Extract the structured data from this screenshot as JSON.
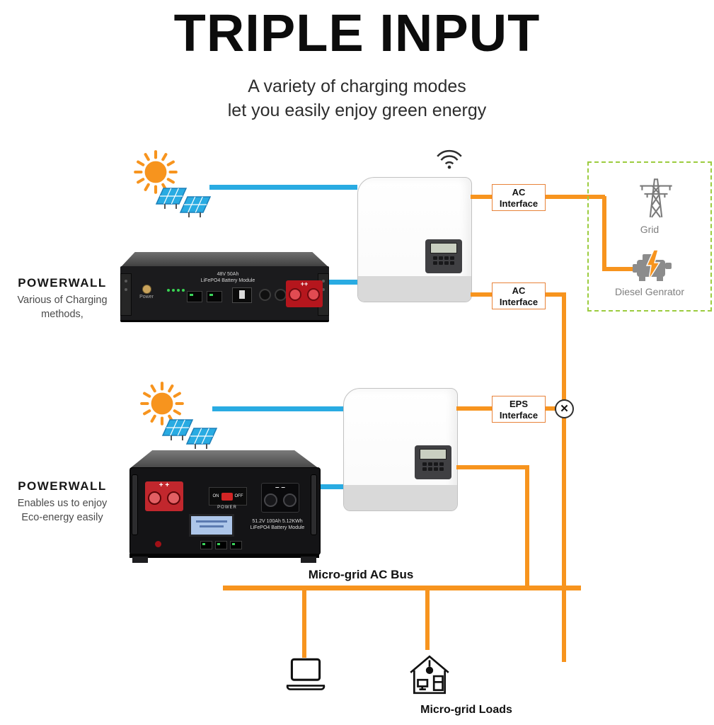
{
  "header": {
    "title": "TRIPLE INPUT",
    "subtitle": "A variety of charging modes\nlet you easily enjoy green energy"
  },
  "interfaces": {
    "ac1": "AC\nInterface",
    "ac2": "AC\nInterface",
    "eps": "EPS\nInterface",
    "x_mark": "✕"
  },
  "grid_box": {
    "grid": "Grid",
    "diesel": "Diesel Genrator"
  },
  "powerwall1": {
    "title": "POWERWALL",
    "desc": "Various of Charging\nmethods,",
    "panel_text": "48V 50Ah\nLiFePO4 Battery Module",
    "power": "Power"
  },
  "powerwall2": {
    "title": "POWERWALL",
    "desc": "Enables us to enjoy\nEco-energy easily",
    "panel_text": "51.2V 100Ah 5.12KWh\nLiFePO4 Battery Module",
    "on": "ON",
    "off": "OFF",
    "power": "POWER",
    "plus": "+    +",
    "minus": "–    –"
  },
  "bus": {
    "label": "Micro-grid AC Bus"
  },
  "loads": {
    "label": "Micro-grid Loads"
  },
  "colors": {
    "blue": "#29abe2",
    "orange": "#f7941e",
    "green_dashed": "#9ccc3f"
  }
}
